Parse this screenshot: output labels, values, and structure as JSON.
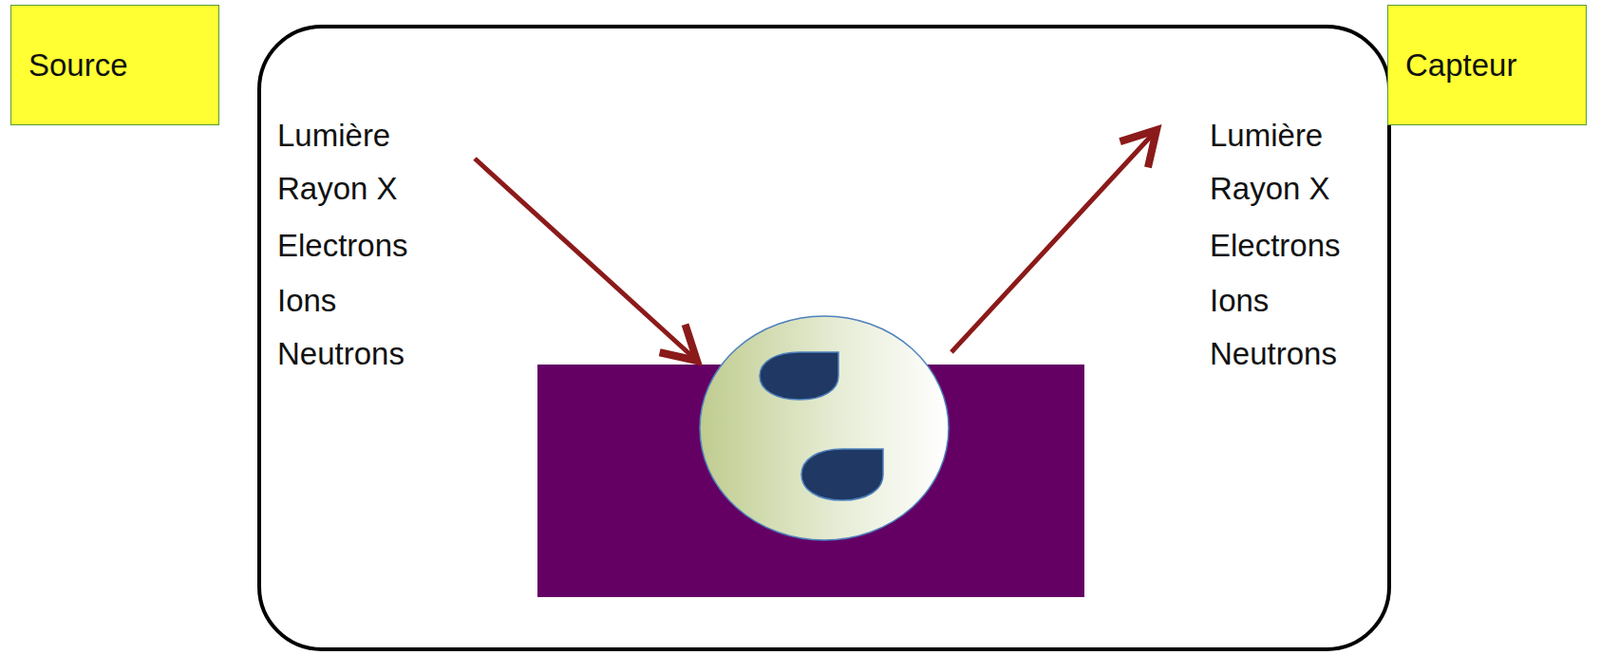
{
  "diagram": {
    "nodes": [
      {
        "text": [
          "Source"
        ]
      },
      {
        "text": [
          "Capteur"
        ]
      }
    ],
    "labels": [
      "Lumière",
      "Rayon X",
      "Electrons",
      "Ions",
      "Neutrons",
      "Lumière",
      "Rayon X",
      "Electrons",
      "Ions",
      "Neutrons"
    ]
  }
}
